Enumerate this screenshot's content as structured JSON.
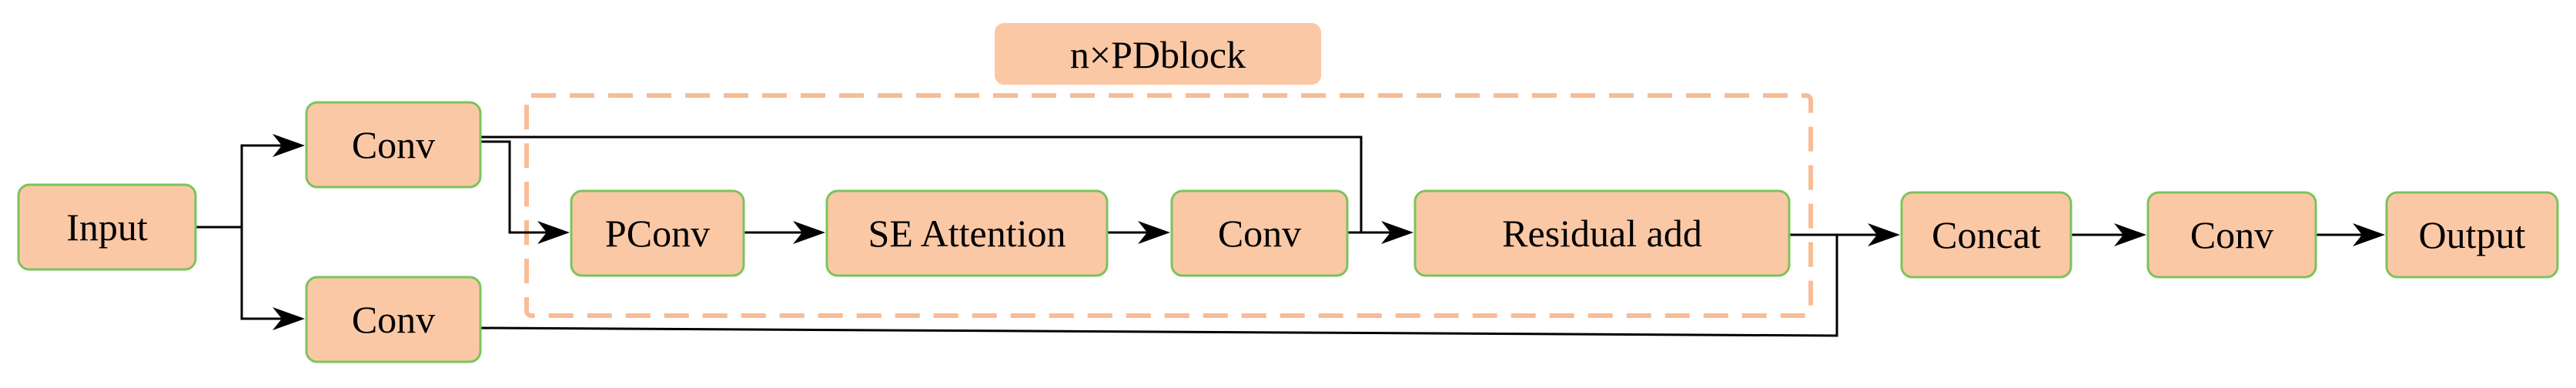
{
  "diagram": {
    "block_title": "n×PDblock",
    "colors": {
      "node_fill": "#fbc8a6",
      "node_border": "#7cc35a",
      "frame": "#f8bc96",
      "line": "#000000"
    },
    "nodes": {
      "input": "Input",
      "conv_top": "Conv",
      "conv_bottom": "Conv",
      "pconv": "PConv",
      "se_attention": "SE Attention",
      "conv_mid": "Conv",
      "residual_add": "Residual add",
      "concat": "Concat",
      "conv_out": "Conv",
      "output": "Output"
    }
  }
}
